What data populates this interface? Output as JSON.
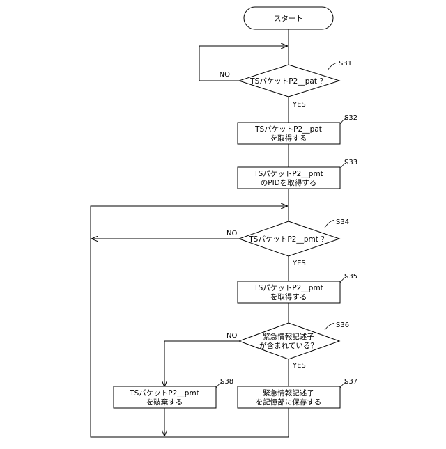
{
  "flowchart": {
    "start": {
      "label": "スタート"
    },
    "steps": {
      "s31": {
        "id": "S31",
        "lines": [
          "TSパケットP2__pat ？"
        ]
      },
      "s32": {
        "id": "S32",
        "lines": [
          "TSパケットP2__pat",
          "を取得する"
        ]
      },
      "s33": {
        "id": "S33",
        "lines": [
          "TSパケットP2__pmt",
          "のPIDを取得する"
        ]
      },
      "s34": {
        "id": "S34",
        "lines": [
          "TSパケットP2__pmt ？"
        ]
      },
      "s35": {
        "id": "S35",
        "lines": [
          "TSパケットP2__pmt",
          "を取得する"
        ]
      },
      "s36": {
        "id": "S36",
        "lines": [
          "緊急情報記述子",
          "が含まれている？"
        ]
      },
      "s37": {
        "id": "S37",
        "lines": [
          "緊急情報記述子",
          "を記憶部に保存する"
        ]
      },
      "s38": {
        "id": "S38",
        "lines": [
          "TSパケットP2__pmt",
          "を破棄する"
        ]
      }
    },
    "edges": {
      "yes": "YES",
      "no": "NO"
    }
  }
}
